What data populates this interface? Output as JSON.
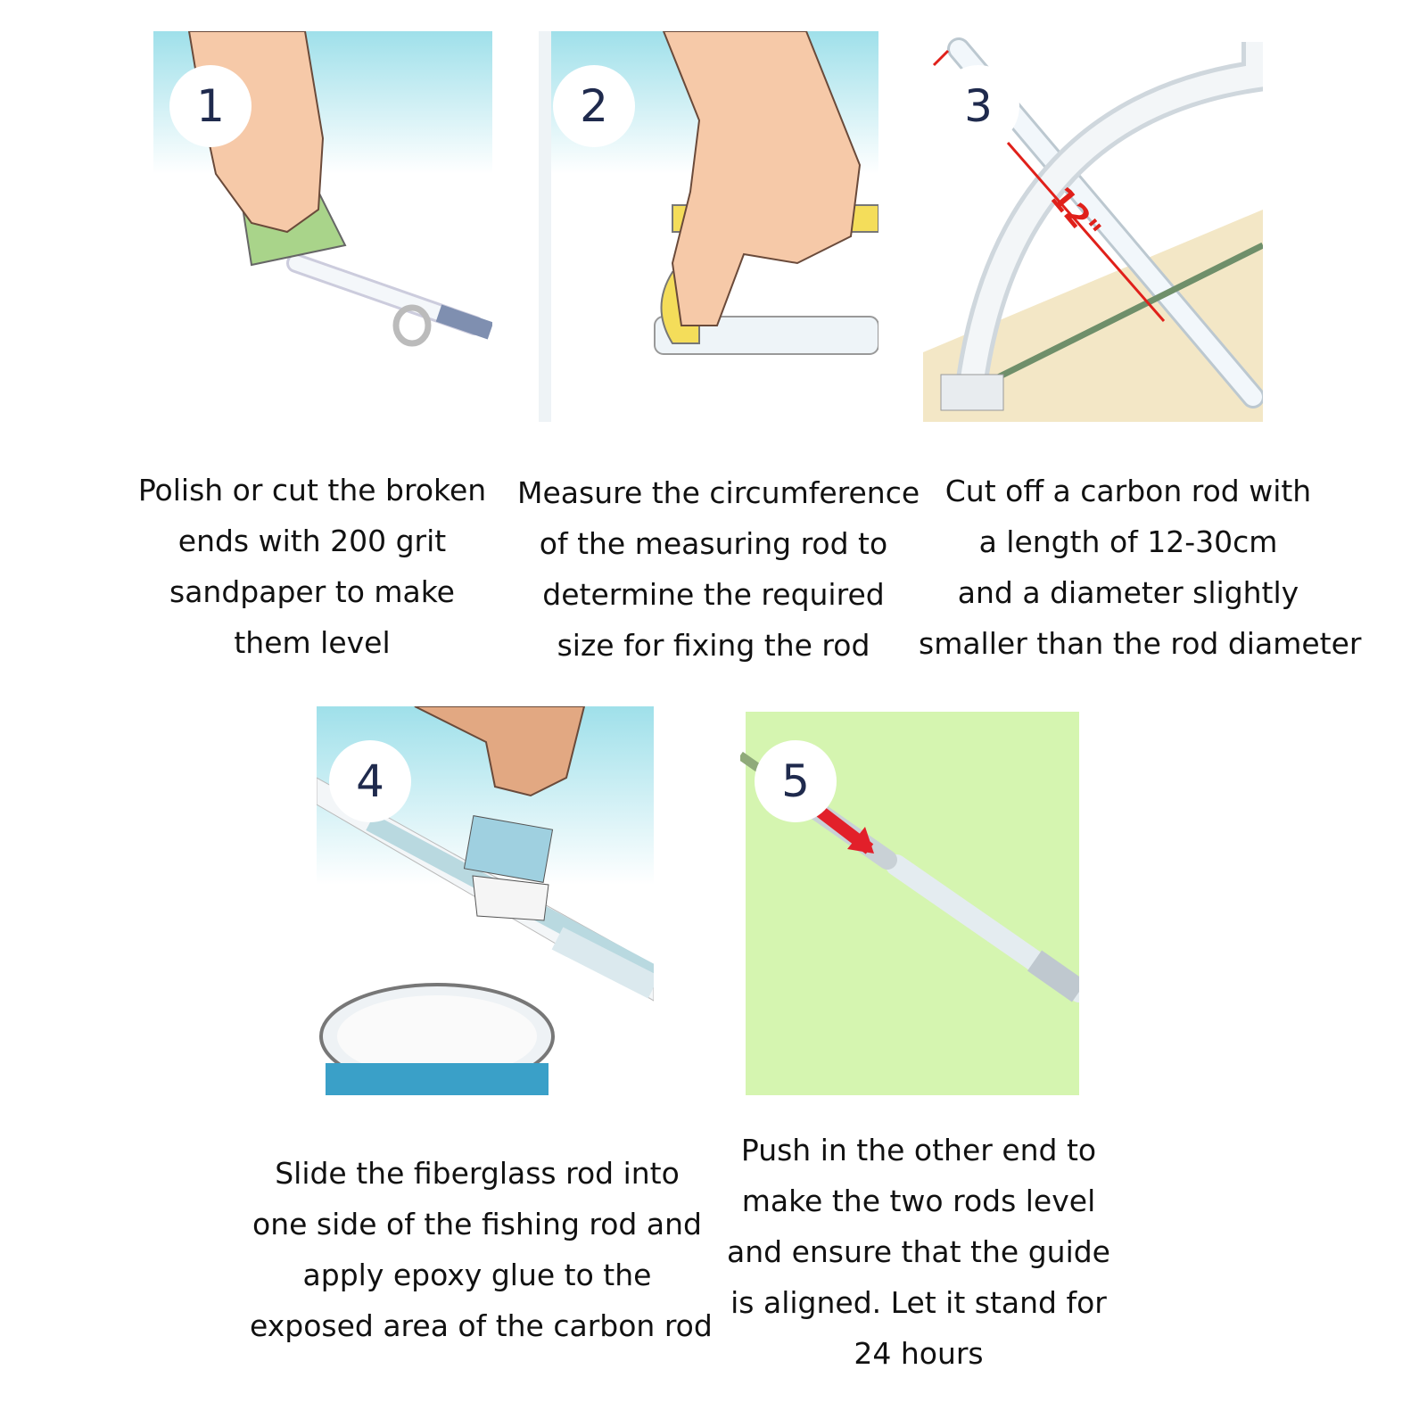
{
  "steps": [
    {
      "number": "1",
      "caption": [
        "Polish or cut the broken",
        "ends with 200 grit",
        "sandpaper to make",
        "them level"
      ]
    },
    {
      "number": "2",
      "caption": [
        "Measure the circumference",
        "of the measuring rod to",
        "determine the required",
        "size for fixing the rod"
      ]
    },
    {
      "number": "3",
      "measure_label": "12\"",
      "caption": [
        "Cut off a carbon rod with",
        "a length of 12-30cm",
        "and a diameter slightly",
        "smaller than the rod diameter"
      ]
    },
    {
      "number": "4",
      "caption": [
        "Slide the fiberglass rod into",
        "one side of the fishing rod and",
        "apply epoxy glue to the",
        "exposed area of the carbon rod"
      ]
    },
    {
      "number": "5",
      "caption": [
        "Push in the other end to",
        "make the two rods level",
        "and ensure that the guide",
        "is aligned. Let it stand for",
        "24 hours"
      ]
    }
  ],
  "colors": {
    "sky": "#9fe0ea",
    "green_bg": "#d5f5b0",
    "wood": "#f3e7c6",
    "number": "#1f2a4d",
    "measure": "#e0201a"
  }
}
